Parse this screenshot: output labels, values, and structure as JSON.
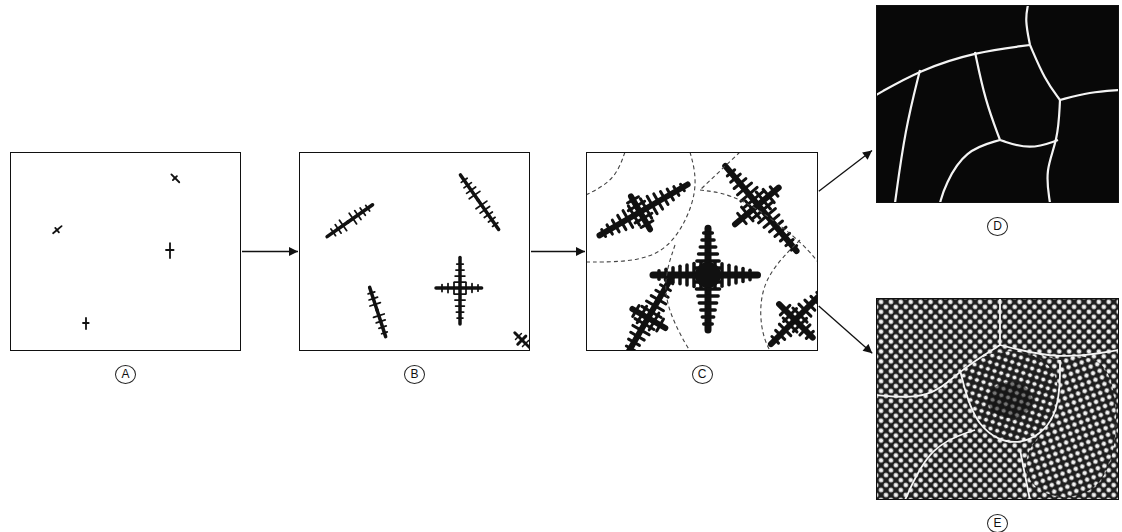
{
  "diagram": {
    "nodes": [
      {
        "text": [
          "A"
        ]
      },
      {
        "text": [
          "B"
        ]
      },
      {
        "text": [
          "C"
        ]
      },
      {
        "text": [
          "D"
        ]
      },
      {
        "text": [
          "E"
        ]
      }
    ],
    "edges": [
      {
        "from": 0,
        "to": 1,
        "arrow": "to"
      },
      {
        "from": 1,
        "to": 2,
        "arrow": "to"
      },
      {
        "from": 2,
        "to": 3,
        "arrow": "to"
      },
      {
        "from": 2,
        "to": 4,
        "arrow": "to"
      }
    ]
  }
}
